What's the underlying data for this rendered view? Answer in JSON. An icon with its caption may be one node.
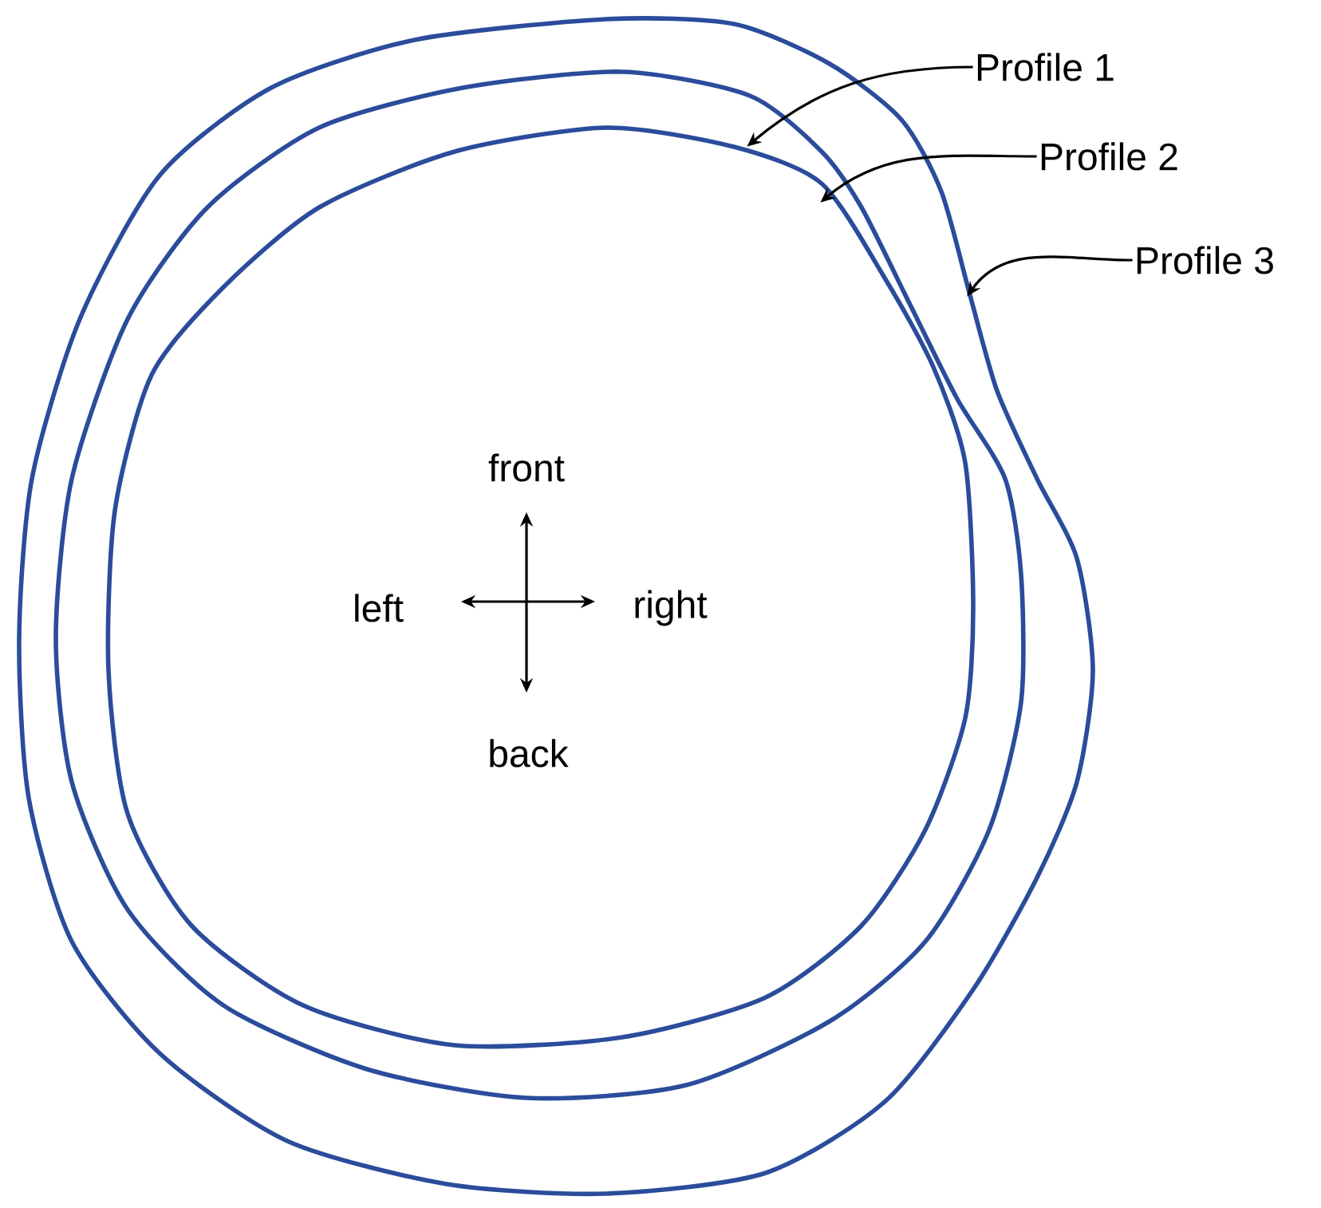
{
  "diagram": {
    "nodes": [
      {
        "text": [],
        "shape": "circle"
      },
      {
        "text": [],
        "shape": "circle",
        "in": 0
      },
      {
        "text": [],
        "shape": "circle",
        "in": 1
      },
      {
        "text": [
          "Profile 1"
        ]
      },
      {
        "text": [
          "Profile 2"
        ]
      },
      {
        "text": [
          "Profile 3"
        ]
      }
    ],
    "edges": [
      {
        "from": 3,
        "to": 2,
        "arrow": "to"
      },
      {
        "from": 4,
        "to": 1,
        "arrow": "to"
      },
      {
        "from": 5,
        "to": 0,
        "arrow": "to"
      }
    ],
    "labels": [
      "front",
      "left",
      "right",
      "back"
    ]
  }
}
